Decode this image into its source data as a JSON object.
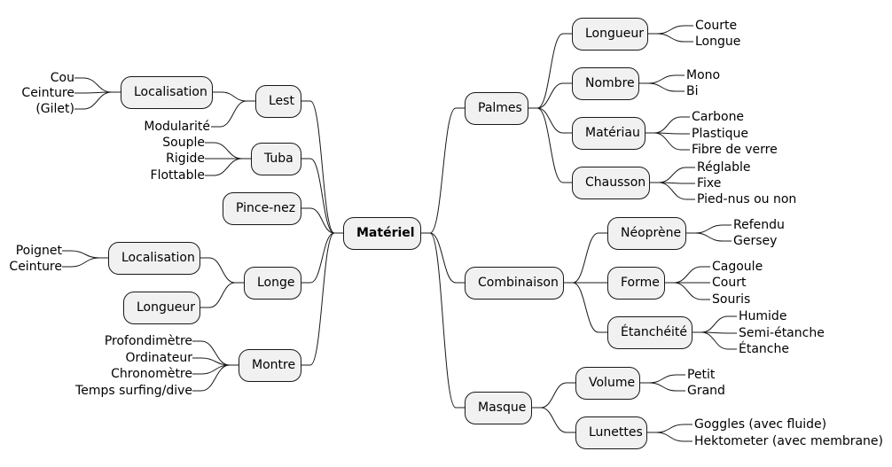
{
  "root": "Matériel",
  "left": [
    {
      "label": "Lest",
      "children": [
        {
          "label": "Localisation",
          "children": [
            {
              "label": "Cou"
            },
            {
              "label": "Ceinture"
            },
            {
              "label": "(Gilet)"
            }
          ]
        },
        {
          "label": "Modularité"
        }
      ]
    },
    {
      "label": "Tuba",
      "children": [
        {
          "label": "Souple"
        },
        {
          "label": "Rigide"
        },
        {
          "label": "Flottable"
        }
      ]
    },
    {
      "label": "Pince-nez"
    },
    {
      "label": "Longe",
      "children": [
        {
          "label": "Localisation",
          "children": [
            {
              "label": "Poignet"
            },
            {
              "label": "Ceinture"
            }
          ]
        },
        {
          "label": "Longueur",
          "box": true
        }
      ]
    },
    {
      "label": "Montre",
      "children": [
        {
          "label": "Profondimètre"
        },
        {
          "label": "Ordinateur"
        },
        {
          "label": "Chronomètre"
        },
        {
          "label": "Temps surfing/dive"
        }
      ]
    }
  ],
  "right": [
    {
      "label": "Palmes",
      "children": [
        {
          "label": "Longueur",
          "children": [
            {
              "label": "Courte"
            },
            {
              "label": "Longue"
            }
          ]
        },
        {
          "label": "Nombre",
          "children": [
            {
              "label": "Mono"
            },
            {
              "label": "Bi"
            }
          ]
        },
        {
          "label": "Matériau",
          "children": [
            {
              "label": "Carbone"
            },
            {
              "label": "Plastique"
            },
            {
              "label": "Fibre de verre"
            }
          ]
        },
        {
          "label": "Chausson",
          "children": [
            {
              "label": "Réglable"
            },
            {
              "label": "Fixe"
            },
            {
              "label": "Pied-nus ou non"
            }
          ]
        }
      ]
    },
    {
      "label": "Combinaison",
      "children": [
        {
          "label": "Néoprène",
          "children": [
            {
              "label": "Refendu"
            },
            {
              "label": "Gersey"
            }
          ]
        },
        {
          "label": "Forme",
          "children": [
            {
              "label": "Cagoule"
            },
            {
              "label": "Court"
            },
            {
              "label": "Souris"
            }
          ]
        },
        {
          "label": "Étanchéité",
          "children": [
            {
              "label": "Humide"
            },
            {
              "label": "Semi-étanche"
            },
            {
              "label": "Étanche"
            }
          ]
        }
      ]
    },
    {
      "label": "Masque",
      "children": [
        {
          "label": "Volume",
          "children": [
            {
              "label": "Petit"
            },
            {
              "label": "Grand"
            }
          ]
        },
        {
          "label": "Lunettes",
          "children": [
            {
              "label": "Goggles (avec fluide)"
            },
            {
              "label": "Hektometer (avec membrane)"
            }
          ]
        }
      ]
    }
  ]
}
